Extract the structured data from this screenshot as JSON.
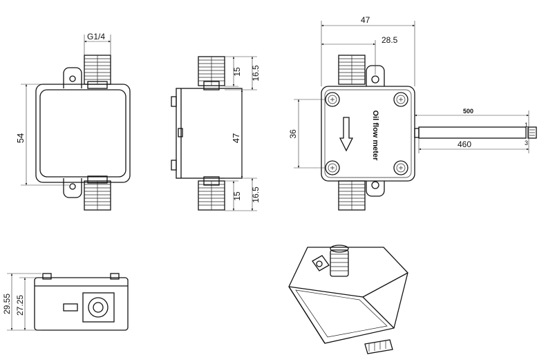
{
  "drawing": {
    "front_view": {
      "thread_label": "G1/4",
      "height_label": "54"
    },
    "side_view": {
      "top_fitting_label": "15",
      "top_overall_label": "16.5",
      "body_height_label": "47",
      "bottom_fitting_label": "15",
      "bottom_overall_label": "16.5"
    },
    "top_view": {
      "width_label": "47",
      "offset_label": "28.5",
      "hole_spacing_label": "36",
      "product_text": "Oil flow meter",
      "cable_length_label": "500",
      "cable_sheath_label": "460",
      "pin1_label": "1",
      "pin3_label": "3"
    },
    "bottom_view": {
      "overall_height_label": "29.55",
      "body_height_label": "27.25"
    },
    "iso_view": {}
  }
}
